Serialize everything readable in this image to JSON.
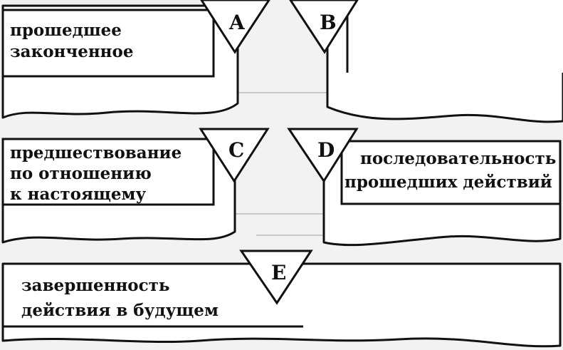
{
  "diagram": {
    "nodes": [
      {
        "id": "A",
        "letter": "A",
        "lines": [
          "прошедшее",
          "законченное"
        ]
      },
      {
        "id": "B",
        "letter": "B",
        "lines": []
      },
      {
        "id": "C",
        "letter": "C",
        "lines": [
          "предшествование",
          "по отношению",
          "к настоящему"
        ]
      },
      {
        "id": "D",
        "letter": "D",
        "lines": [
          "последовательность",
          "прошедших действий"
        ]
      },
      {
        "id": "E",
        "letter": "E",
        "lines": [
          "завершенность",
          "действия в будущем"
        ]
      }
    ]
  }
}
